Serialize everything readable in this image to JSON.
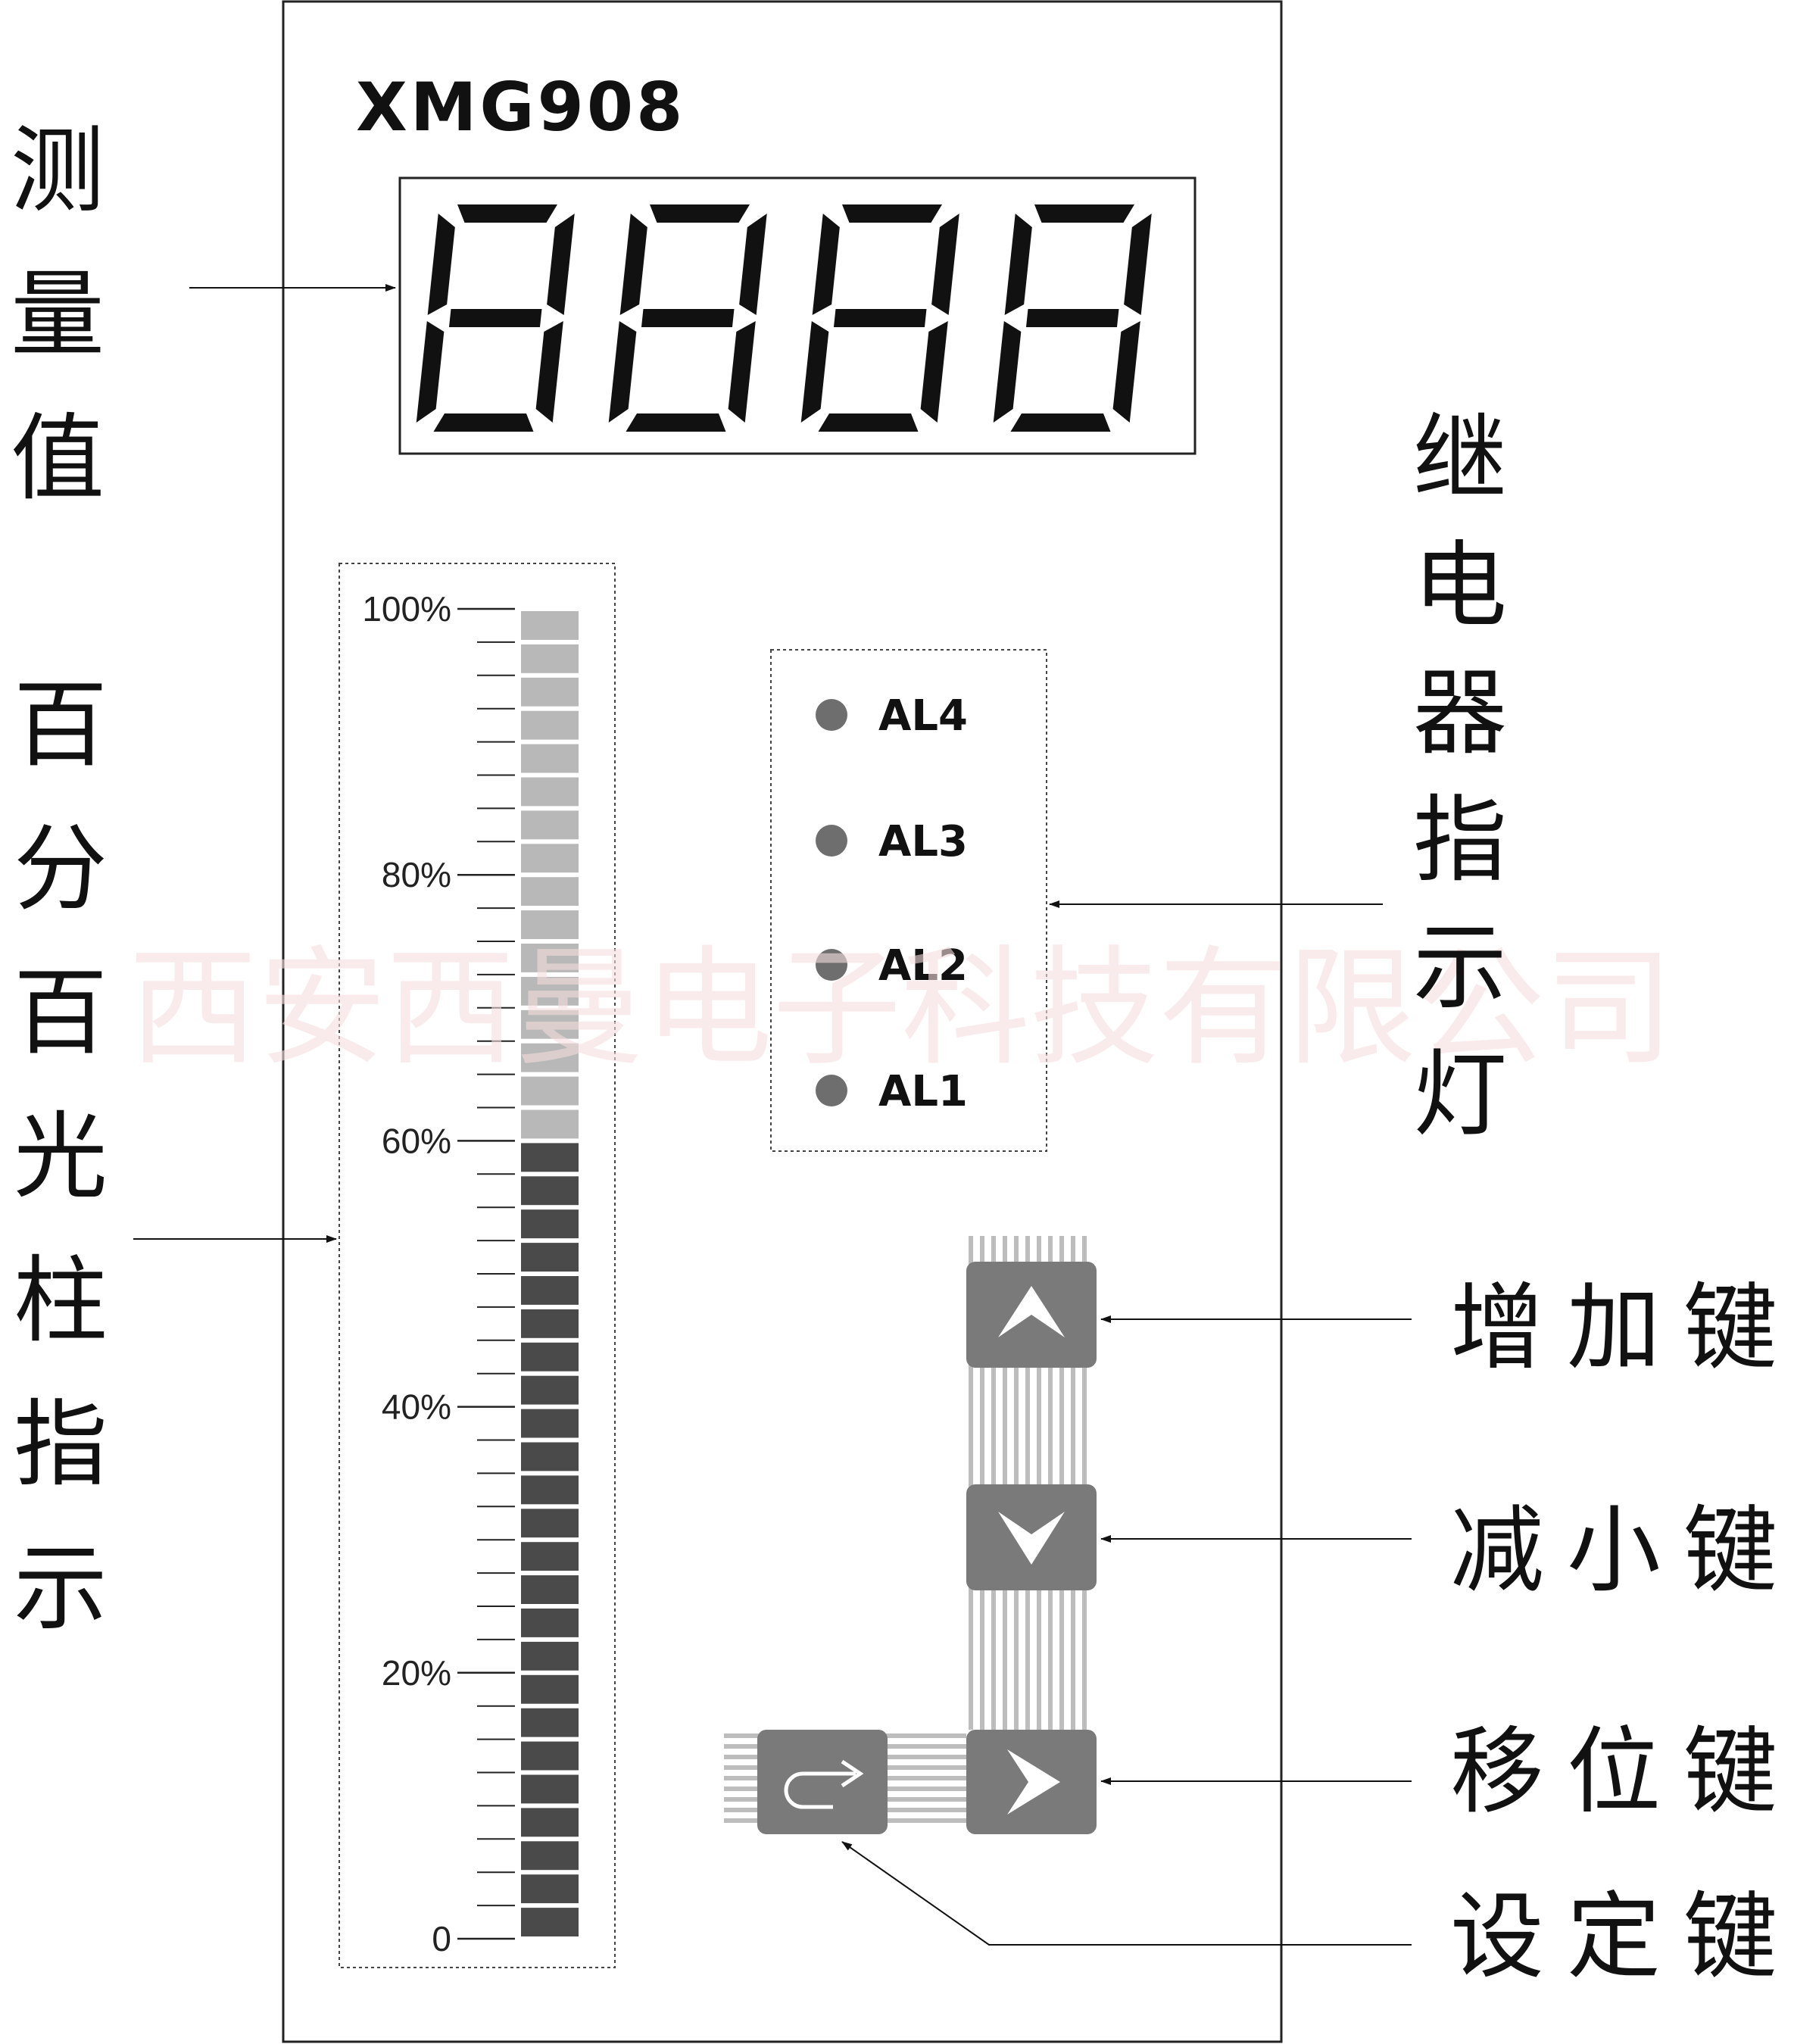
{
  "model": "XMG908",
  "display": {
    "digits": [
      "8",
      "8",
      "8",
      "8"
    ]
  },
  "bargraph": {
    "tick_labels": [
      "100%",
      "80%",
      "60%",
      "40%",
      "20%",
      "0"
    ],
    "level_percent": 61,
    "segment_count": 40,
    "lit_color": "#4a4a4a",
    "unlit_color": "#b8b8b8"
  },
  "relay_indicators": [
    {
      "label": "AL4"
    },
    {
      "label": "AL3"
    },
    {
      "label": "AL2"
    },
    {
      "label": "AL1"
    }
  ],
  "keys": {
    "up_icon": "chevron-up-icon",
    "down_icon": "chevron-down-icon",
    "shift_icon": "chevron-right-icon",
    "set_icon": "return-arrow-icon"
  },
  "labels": {
    "measured_value": "测量值",
    "bargraph": "百分百光柱指示",
    "relay": "继电器指示灯",
    "increase_key": "增加键",
    "decrease_key": "减小键",
    "shift_key": "移位键",
    "set_key": "设定键"
  },
  "watermark": "西安西曼电子科技有限公司",
  "colors": {
    "key_fill": "#7a7a7a",
    "led": "#6e6e6e",
    "stripe": "#bdbdbd"
  }
}
